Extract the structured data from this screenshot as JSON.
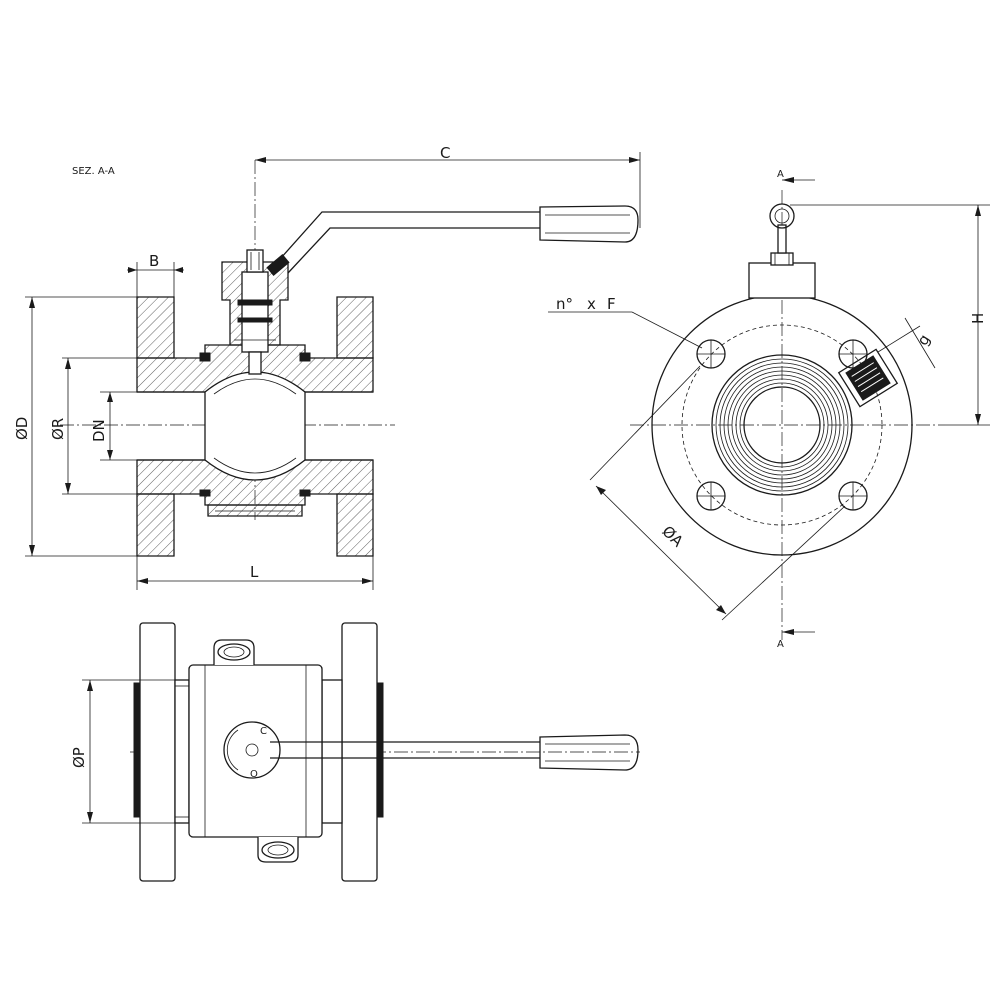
{
  "section_title": "SEZ. A-A",
  "dimensions": {
    "C": "C",
    "B": "B",
    "D": "ØD",
    "R": "ØR",
    "DN": "DN",
    "L": "L",
    "H": "H",
    "A": "ØA",
    "g": "g",
    "P": "ØP",
    "holes_n": "n°",
    "holes_x": "x",
    "holes_F": "F"
  },
  "section_marks": {
    "top": "A",
    "bottom": "A"
  },
  "handle_marks": {
    "c": "C",
    "o": "O"
  }
}
